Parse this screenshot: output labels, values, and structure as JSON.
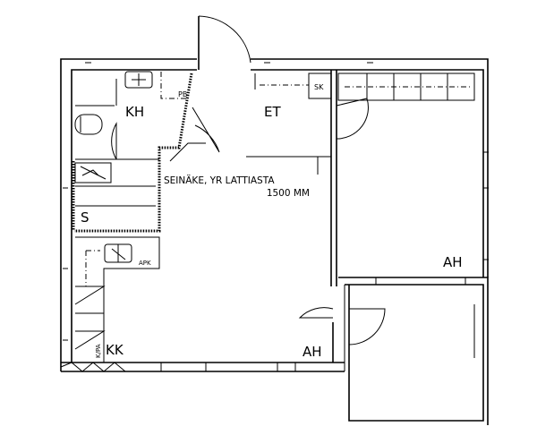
{
  "plan": {
    "rooms": {
      "bathroom": "KH",
      "entrance": "ET",
      "cabinet": "SK",
      "sauna": "S",
      "kitchen": "KK",
      "living_room": "AH",
      "bedroom": "AH"
    },
    "fixtures": {
      "pb": "PB",
      "apk": "APK",
      "kpa": "K/PA"
    },
    "note_line1": "SEINÄKE, YR LATTIASTA",
    "note_line2": "1500 MM"
  }
}
